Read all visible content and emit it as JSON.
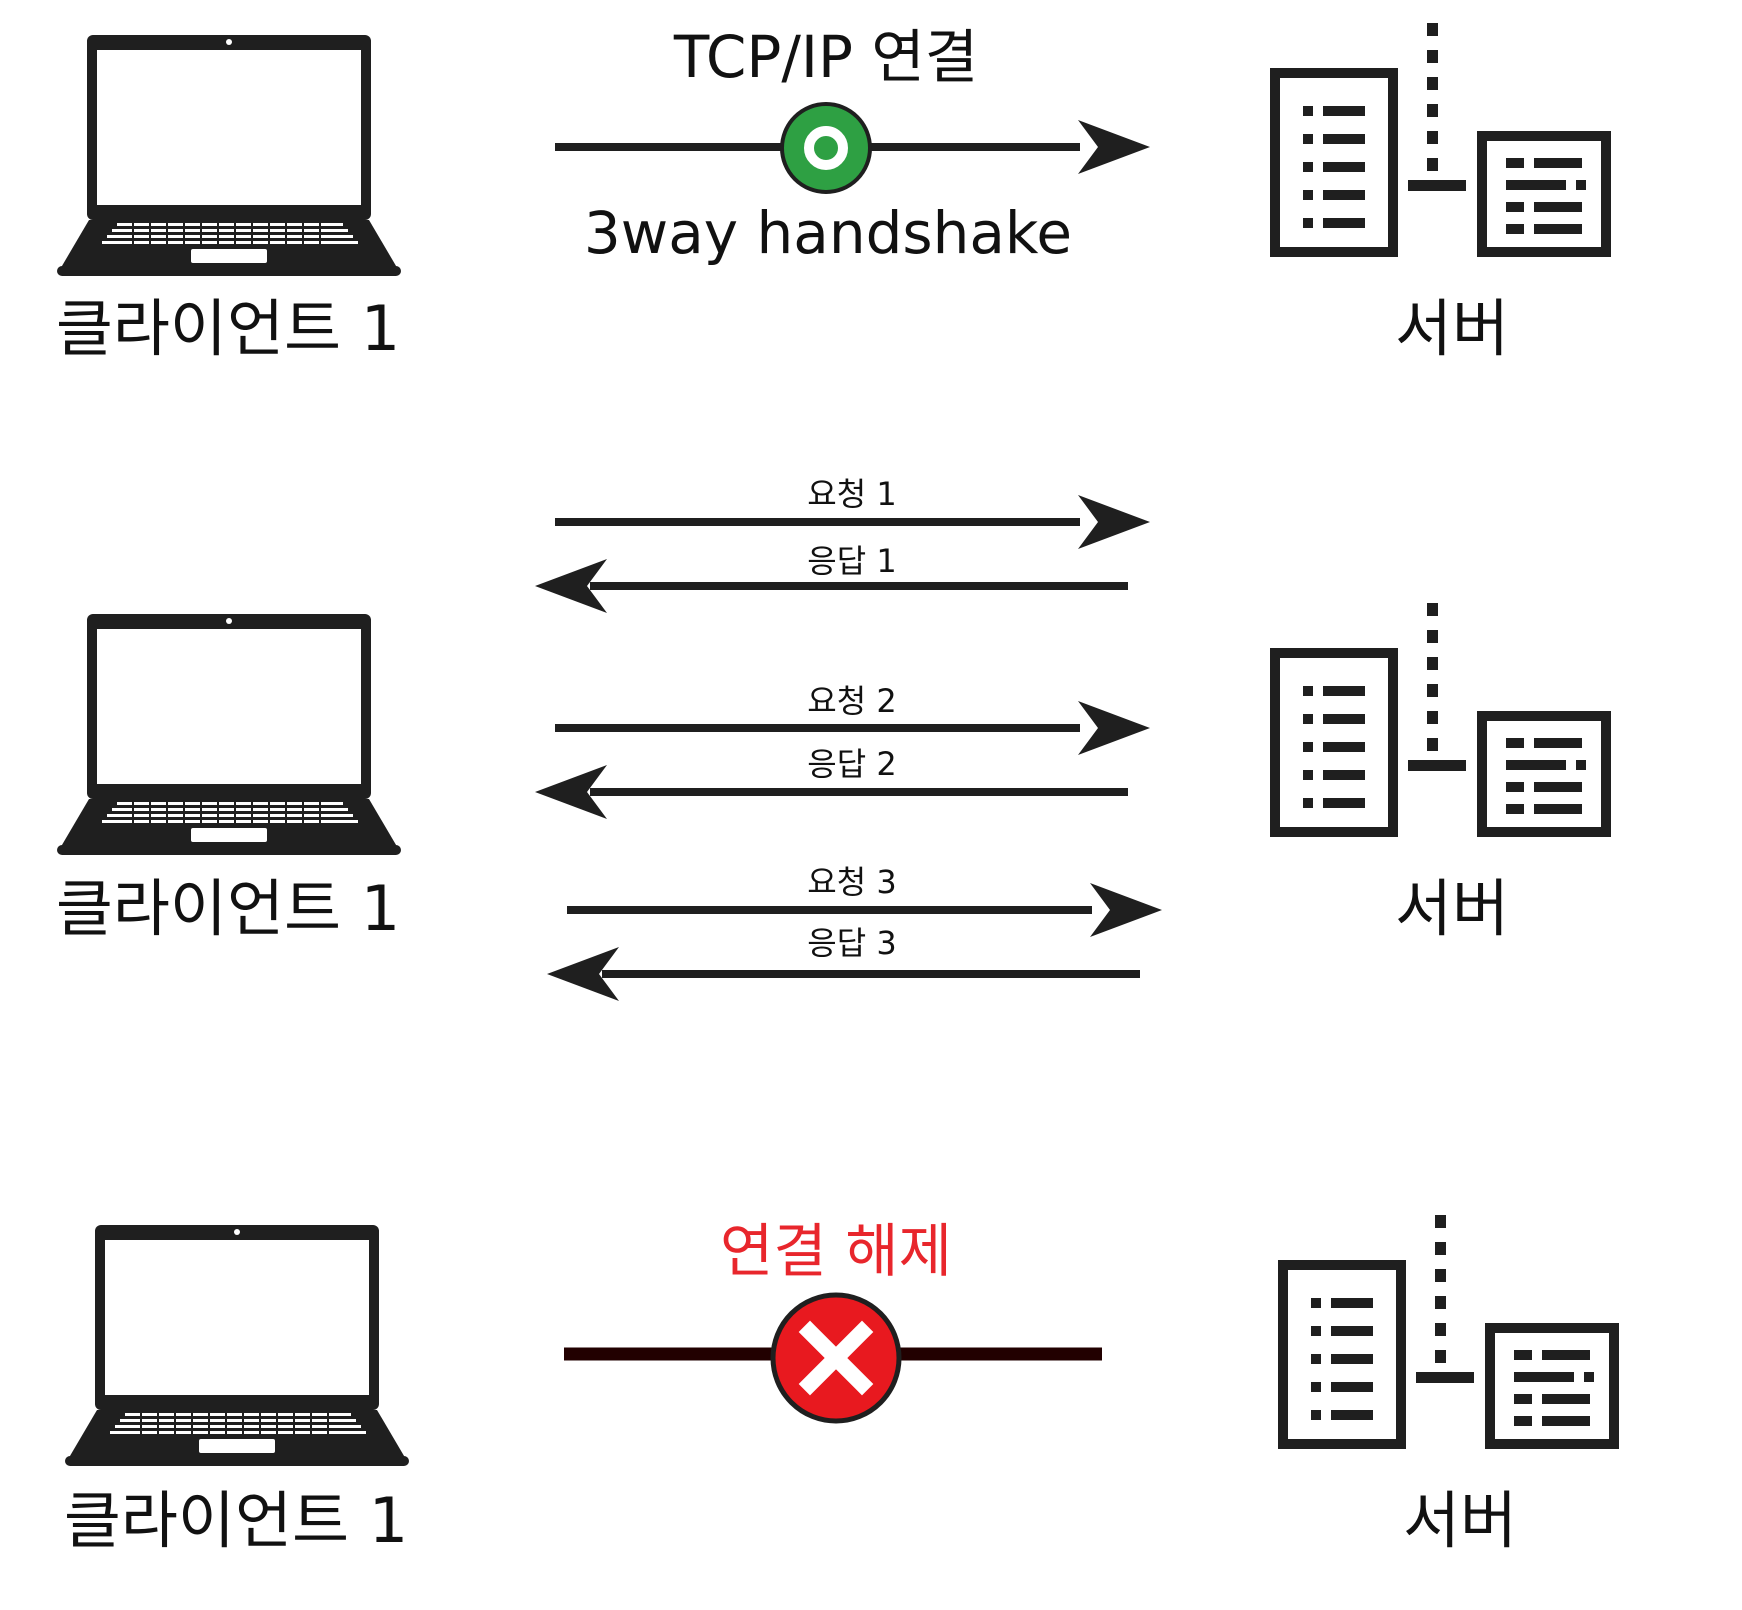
{
  "colors": {
    "ink": "#1f1f1f",
    "ok_green": "#2ea043",
    "danger_red": "#e8191f",
    "cut_line": "#220000",
    "label_red": "#e8262c"
  },
  "icons": {
    "client": "laptop-icon",
    "server": "server-building-icon",
    "connected": "connected-circle-icon",
    "disconnected": "x-circle-icon"
  },
  "section1": {
    "client_label": "클라이언트 1",
    "server_label": "서버",
    "top_label": "TCP/IP 연결",
    "bottom_label": "3way handshake"
  },
  "section2": {
    "client_label": "클라이언트 1",
    "server_label": "서버",
    "messages": [
      {
        "label": "요청 1",
        "direction": "to-server"
      },
      {
        "label": "응답 1",
        "direction": "to-client"
      },
      {
        "label": "요청 2",
        "direction": "to-server"
      },
      {
        "label": "응답 2",
        "direction": "to-client"
      },
      {
        "label": "요청 3",
        "direction": "to-server"
      },
      {
        "label": "응답 3",
        "direction": "to-client"
      }
    ]
  },
  "section3": {
    "client_label": "클라이언트 1",
    "server_label": "서버",
    "top_label": "연결 해제"
  }
}
